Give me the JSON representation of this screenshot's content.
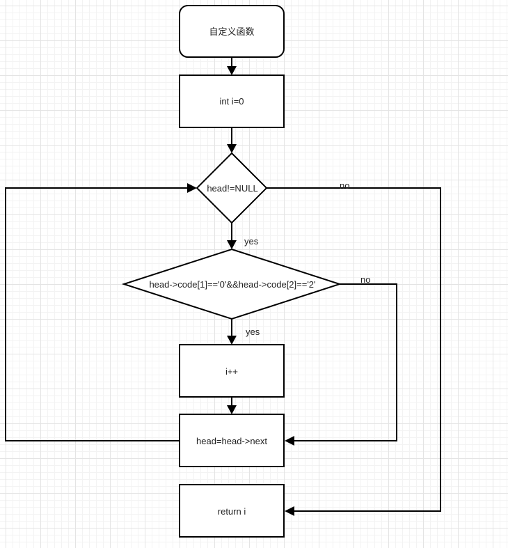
{
  "nodes": {
    "start": "自定义函数",
    "init": "int i=0",
    "loop_cond": "head!=NULL",
    "code_cond": "head->code[1]=='0'&&head->code[2]=='2'",
    "increment": "i++",
    "advance": "head=head->next",
    "return": "return i"
  },
  "edge_labels": {
    "loop_no": "no",
    "loop_yes": "yes",
    "code_no": "no",
    "code_yes": "yes"
  }
}
